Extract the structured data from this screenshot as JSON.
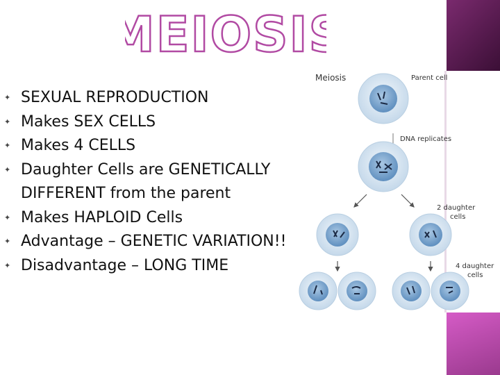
{
  "slide": {
    "title": "MEIOSIS",
    "bullets": [
      "SEXUAL REPRODUCTION",
      "Makes SEX CELLS",
      "Makes 4 CELLS",
      "Daughter Cells are GENETICALLY DIFFERENT from the parent",
      "Makes HAPLOID Cells",
      "Advantage – GENETIC VARIATION!!",
      "Disadvantage – LONG TIME"
    ],
    "bullet_glyph": "✦"
  },
  "diagram": {
    "heading": "Meiosis",
    "labels": {
      "parent": "Parent cell",
      "dna": "DNA replicates",
      "two_daughter_1": "2 daughter",
      "two_daughter_2": "cells",
      "four_daughter_1": "4 daughter",
      "four_daughter_2": "cells"
    }
  },
  "colors": {
    "title_fill": "#ffffff",
    "title_stroke": "#b14aa3",
    "deco_dark": "#5a1a52",
    "deco_light": "#c74fb8",
    "cell_outer": "#cfe0ee",
    "cell_inner": "#6f9cc7"
  }
}
